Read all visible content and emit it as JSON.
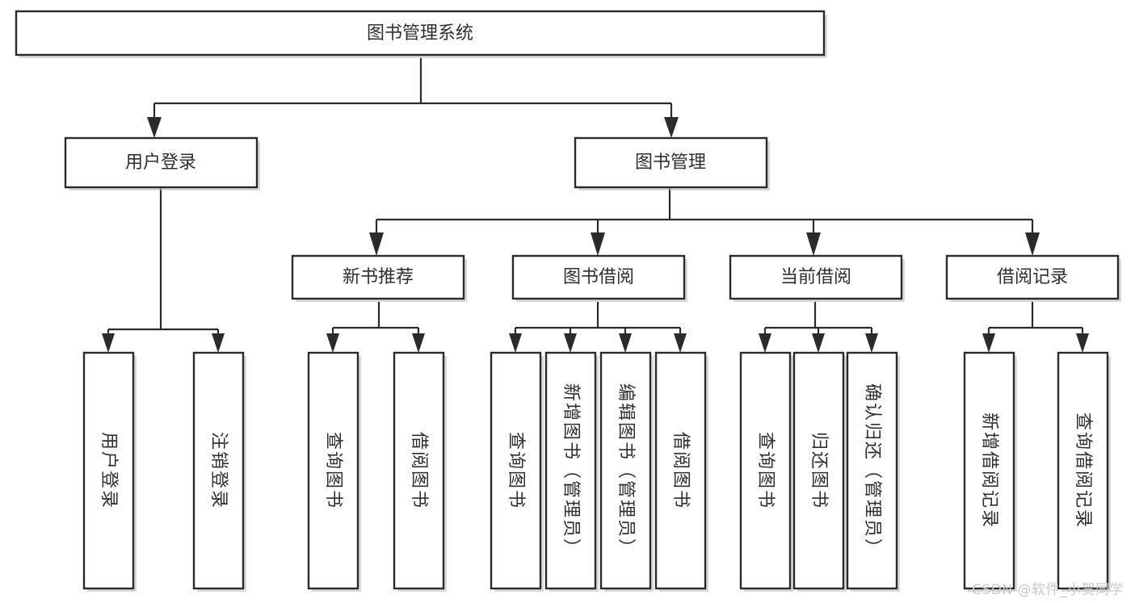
{
  "diagram": {
    "title": "图书管理系统",
    "type": "tree-hierarchy-chart",
    "root": {
      "id": "root",
      "label": "图书管理系统"
    },
    "level2": [
      {
        "id": "user-login",
        "label": "用户登录"
      },
      {
        "id": "book-manage",
        "label": "图书管理"
      }
    ],
    "level3": [
      {
        "id": "new-book-rec",
        "label": "新书推荐",
        "parent": "book-manage"
      },
      {
        "id": "book-borrow",
        "label": "图书借阅",
        "parent": "book-manage"
      },
      {
        "id": "current-borrow",
        "label": "当前借阅",
        "parent": "book-manage"
      },
      {
        "id": "borrow-record",
        "label": "借阅记录",
        "parent": "book-manage"
      }
    ],
    "leaves": {
      "user-login": [
        {
          "id": "leaf-user-login",
          "label": "用户登录"
        },
        {
          "id": "leaf-logout-login",
          "label": "注销登录"
        }
      ],
      "new-book-rec": [
        {
          "id": "leaf-query-book-1",
          "label": "查询图书"
        },
        {
          "id": "leaf-borrow-book-1",
          "label": "借阅图书"
        }
      ],
      "book-borrow": [
        {
          "id": "leaf-query-book-2",
          "label": "查询图书"
        },
        {
          "id": "leaf-add-book",
          "label": "新增图书（管理员）"
        },
        {
          "id": "leaf-edit-book",
          "label": "编辑图书（管理员）"
        },
        {
          "id": "leaf-borrow-book-2",
          "label": "借阅图书"
        }
      ],
      "current-borrow": [
        {
          "id": "leaf-query-book-3",
          "label": "查询图书"
        },
        {
          "id": "leaf-return-book",
          "label": "归还图书"
        },
        {
          "id": "leaf-confirm-return",
          "label": "确认归还（管理员）"
        }
      ],
      "borrow-record": [
        {
          "id": "leaf-add-record",
          "label": "新增借阅记录"
        },
        {
          "id": "leaf-query-record",
          "label": "查询借阅记录"
        }
      ]
    },
    "watermark": "CSDN @软件_小贺同学",
    "colors": {
      "box_stroke": "#2b2b2b",
      "box_fill": "#ffffff",
      "text": "#2f2f2f",
      "connector": "#2b2b2b",
      "watermark": "#c9c9c9",
      "background": "#ffffff"
    }
  }
}
